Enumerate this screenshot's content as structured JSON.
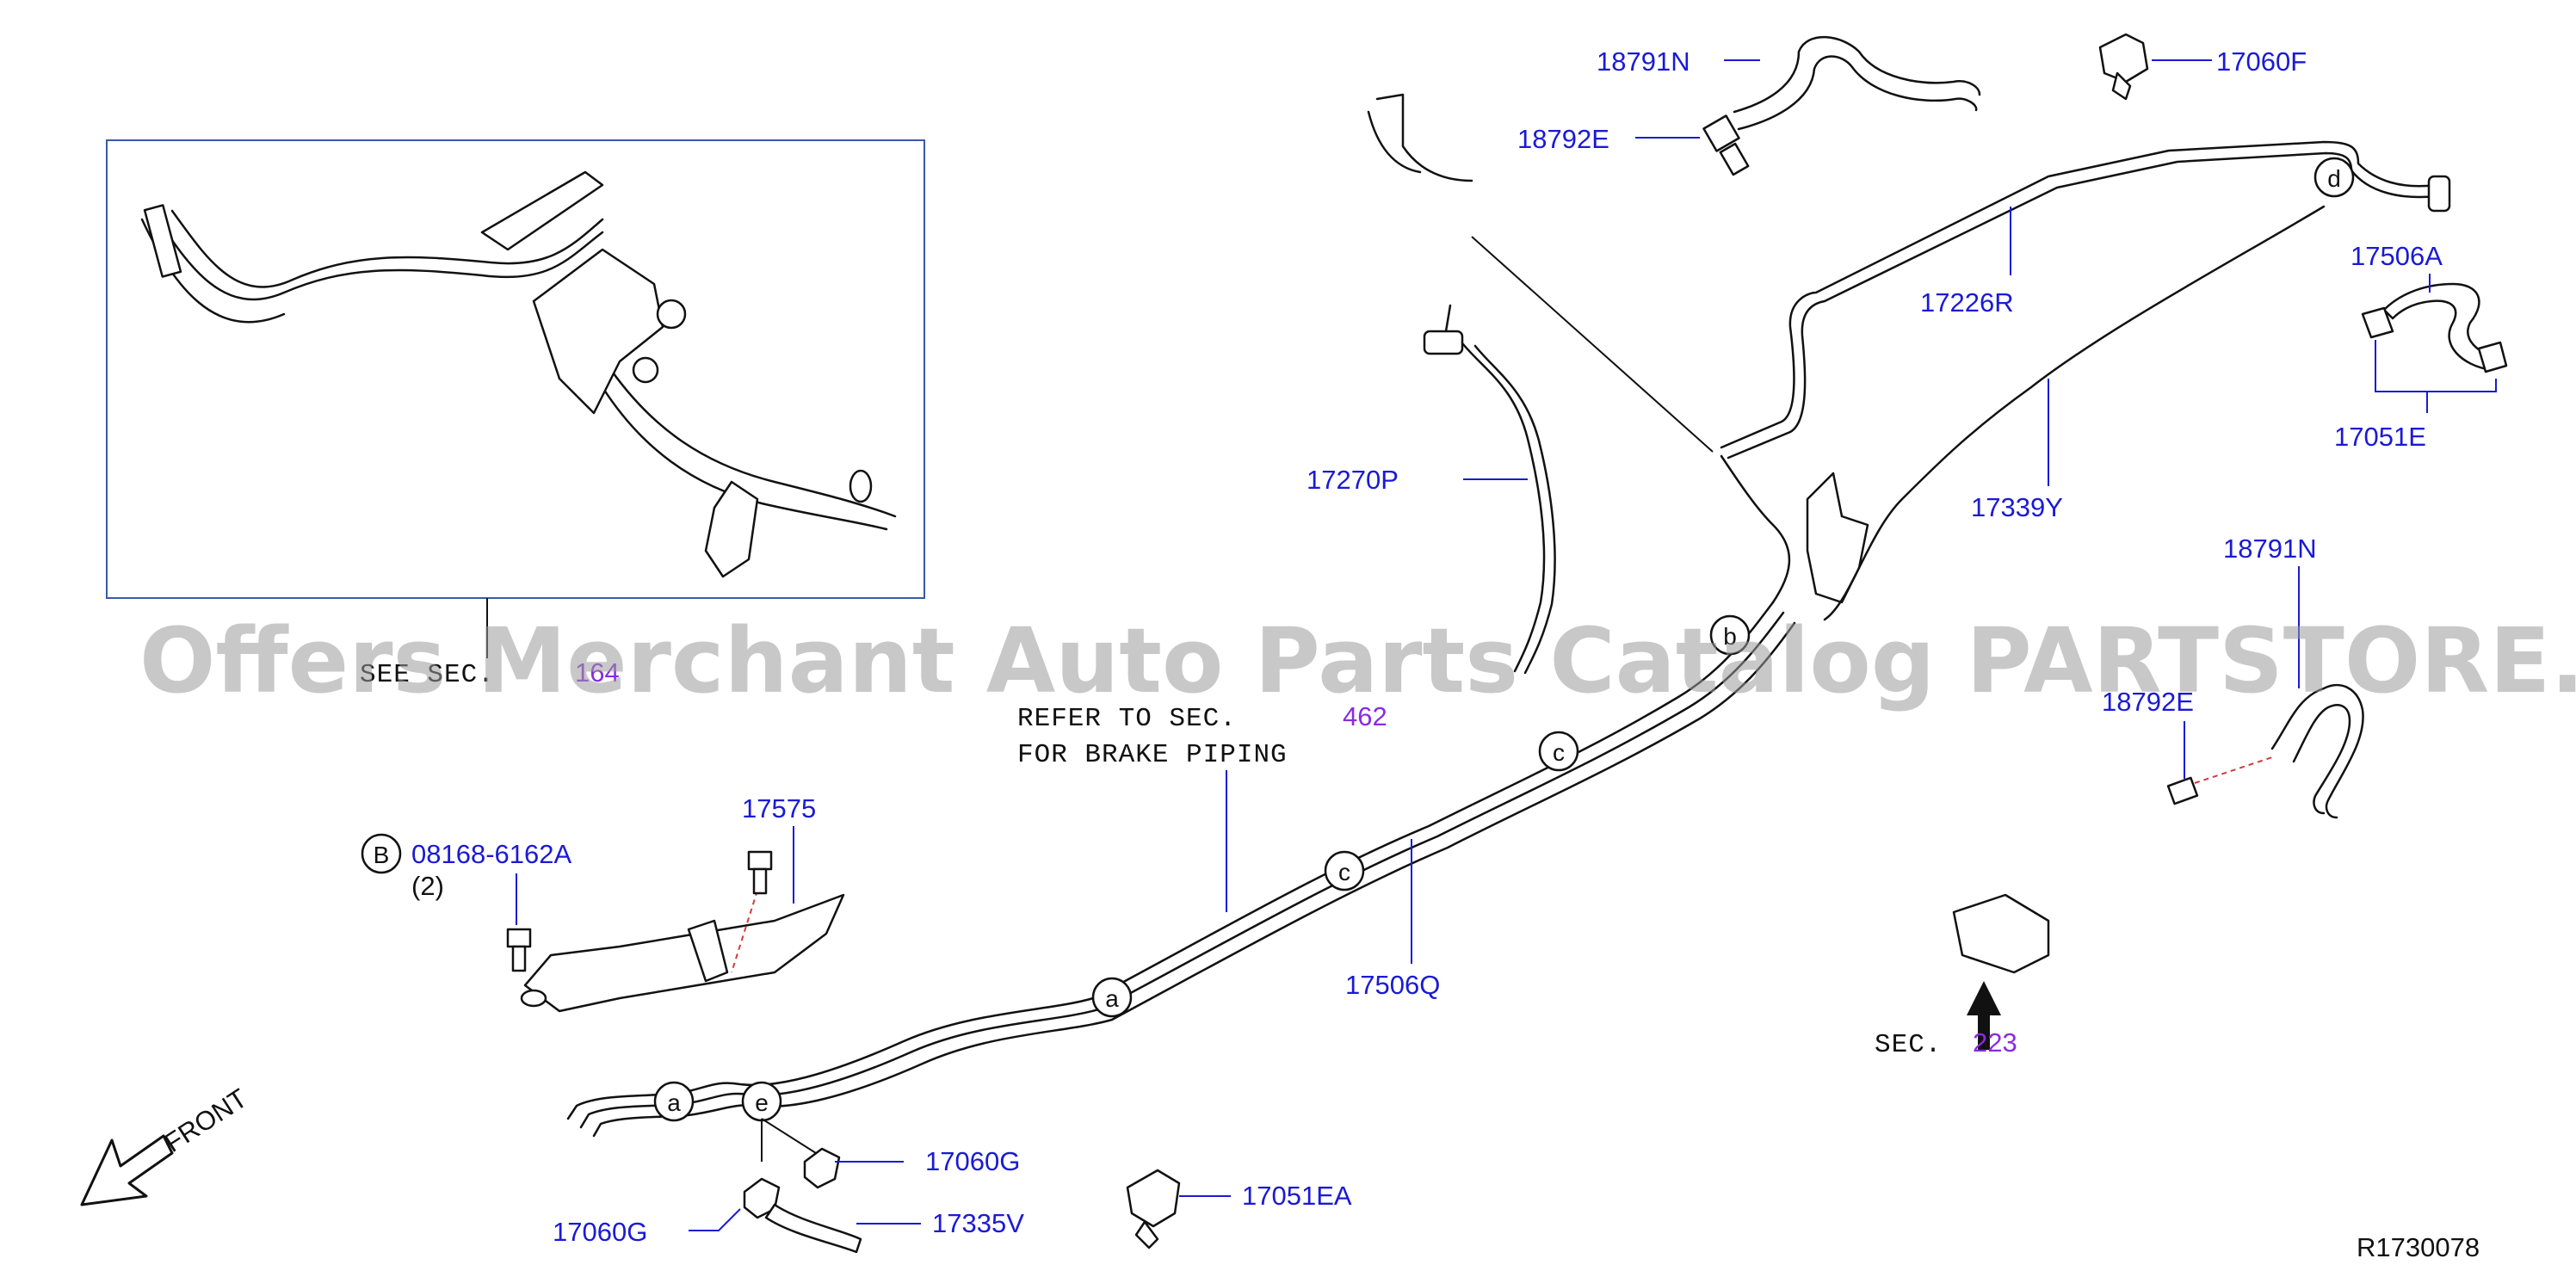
{
  "diagram": {
    "image_code": "R1730078",
    "watermark": "Offers Merchant Auto Parts Catalog PARTSTORE.SA",
    "inset_reference": {
      "prefix": "SEE SEC.",
      "section": "164"
    },
    "brake_note": {
      "line1_prefix": "REFER  TO  SEC.",
      "section": "462",
      "line2": "FOR  BRAKE  PIPING"
    },
    "sec_223": {
      "prefix": "SEC.",
      "section": "223"
    },
    "front_label": "FRONT",
    "bolt_marker": "B",
    "bolt_qty": "(2)",
    "connection_letters": {
      "a": "a",
      "b": "b",
      "c": "c",
      "d": "d",
      "e": "e"
    },
    "parts": {
      "p_18791N_top": "18791N",
      "p_18792E_top": "18792E",
      "p_17060F": "17060F",
      "p_17226R": "17226R",
      "p_17506A": "17506A",
      "p_17051E": "17051E",
      "p_17339Y": "17339Y",
      "p_17270P": "17270P",
      "p_18791N_mid": "18791N",
      "p_18792E_mid": "18792E",
      "p_17575": "17575",
      "p_08168": "08168-6162A",
      "p_17506Q": "17506Q",
      "p_17060G_right": "17060G",
      "p_17060G_left": "17060G",
      "p_17335V": "17335V",
      "p_17051EA": "17051EA"
    },
    "colors": {
      "part_number": "#1a1ad6",
      "section_ref": "#8a2be2",
      "line": "#111111",
      "watermark": "#9a9a9a"
    }
  }
}
